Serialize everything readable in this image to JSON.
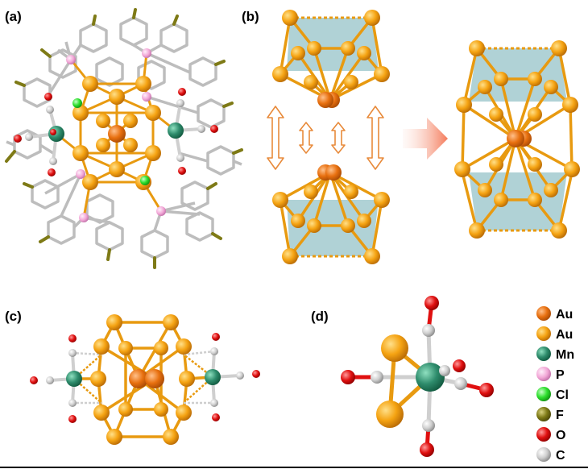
{
  "panels": [
    {
      "id": "a",
      "label": "(a)"
    },
    {
      "id": "b",
      "label": "(b)"
    },
    {
      "id": "c",
      "label": "(c)"
    },
    {
      "id": "d",
      "label": "(d)"
    }
  ],
  "legend": [
    {
      "symbol": "Au",
      "color": "#e8700f",
      "kind": "central"
    },
    {
      "symbol": "Au",
      "color": "#f5a312",
      "kind": "outer"
    },
    {
      "symbol": "Mn",
      "color": "#2e8c6c"
    },
    {
      "symbol": "P",
      "color": "#f2a6d6"
    },
    {
      "symbol": "Cl",
      "color": "#2ee02e"
    },
    {
      "symbol": "F",
      "color": "#7e7a16"
    },
    {
      "symbol": "O",
      "color": "#e01010"
    },
    {
      "symbol": "C",
      "color": "#cfcfcf"
    }
  ],
  "colors": {
    "bond_gold": "#e89a10",
    "face_fill": "#8fbfc4",
    "ligand_gray": "#bdbdbd",
    "arrow_outline": "#e88a3a",
    "arrow_fill": "#f47a5a"
  }
}
